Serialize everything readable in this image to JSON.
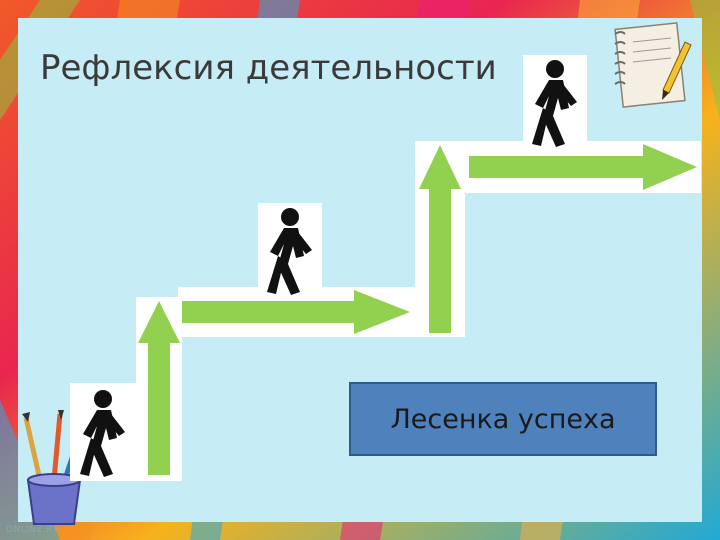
{
  "slide": {
    "title": "Рефлексия деятельности",
    "caption": "Лесенка успеха",
    "watermark": "ONLINE.RU"
  },
  "icons": [
    "walking-person-icon",
    "green-arrow-icon",
    "notebook-pencil-icon",
    "paint-brushes-cup-icon"
  ],
  "colors": {
    "arrow": "#92d050",
    "panel": "#c6ecf6",
    "caption_box": "#4f81bd"
  }
}
